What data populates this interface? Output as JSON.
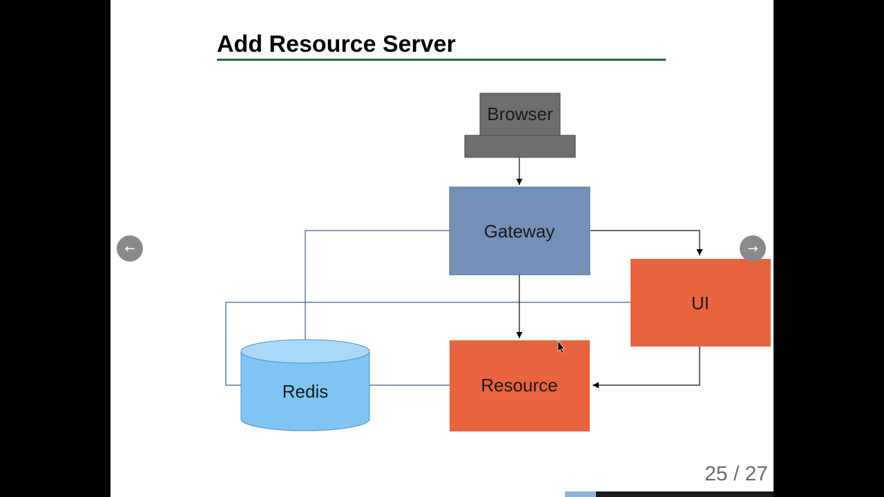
{
  "slide": {
    "title": "Add Resource Server",
    "page_number": "25 / 27",
    "progress_fraction": 0.15
  },
  "diagram": {
    "nodes": {
      "browser": "Browser",
      "gateway": "Gateway",
      "ui": "UI",
      "redis": "Redis",
      "resource": "Resource"
    },
    "colors": {
      "browser": "#6e6e6e",
      "gateway": "#7391b8",
      "service": "#e8643e",
      "redis": "#7fc4f2",
      "line": "#5f7a99"
    }
  },
  "navigation": {
    "prev_icon": "←",
    "next_icon": "→"
  }
}
